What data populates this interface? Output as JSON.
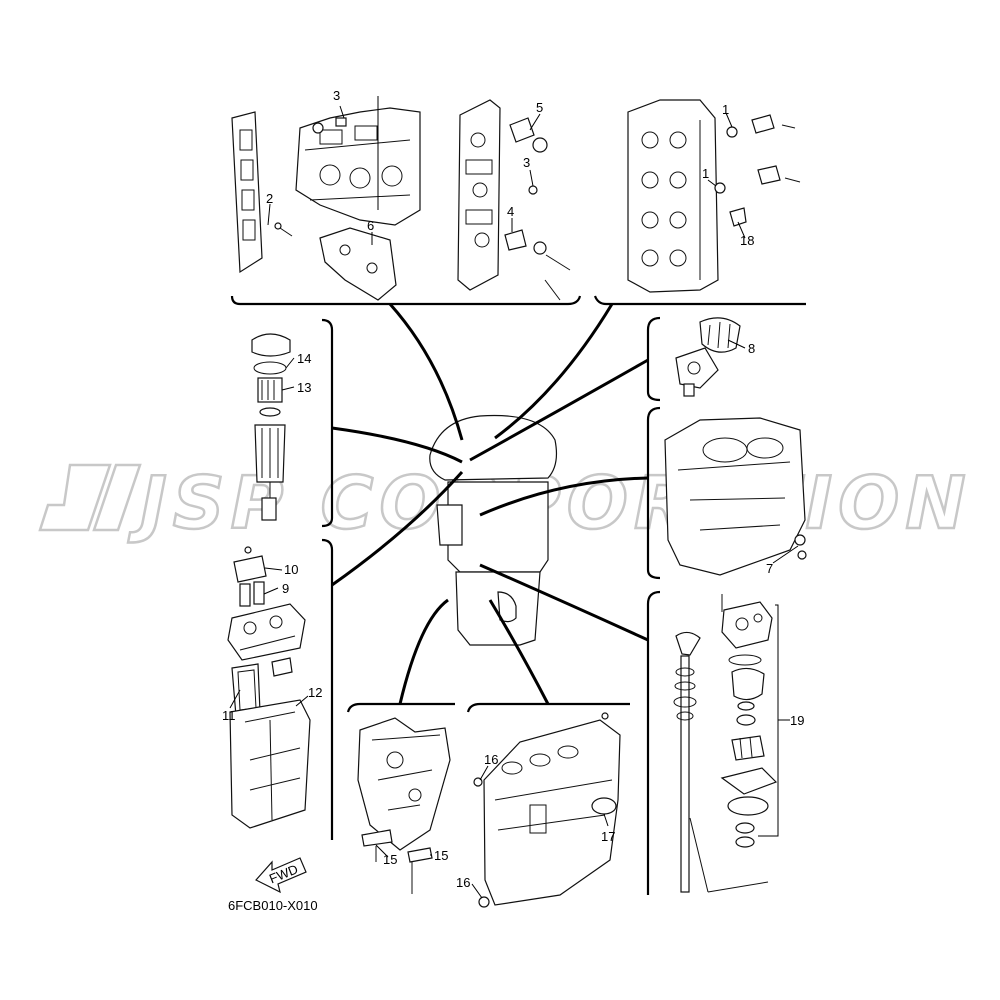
{
  "diagram": {
    "drawing_code": "6FCB010-X010",
    "watermark": "JSP CORPORATION",
    "fwd_label": "FWD",
    "callouts": [
      {
        "id": "c1a",
        "text": "1"
      },
      {
        "id": "c1b",
        "text": "1"
      },
      {
        "id": "c2",
        "text": "2"
      },
      {
        "id": "c3a",
        "text": "3"
      },
      {
        "id": "c3b",
        "text": "3"
      },
      {
        "id": "c4",
        "text": "4"
      },
      {
        "id": "c5",
        "text": "5"
      },
      {
        "id": "c6",
        "text": "6"
      },
      {
        "id": "c7",
        "text": "7"
      },
      {
        "id": "c8",
        "text": "8"
      },
      {
        "id": "c9",
        "text": "9"
      },
      {
        "id": "c10",
        "text": "10"
      },
      {
        "id": "c11",
        "text": "11"
      },
      {
        "id": "c12",
        "text": "12"
      },
      {
        "id": "c13",
        "text": "13"
      },
      {
        "id": "c14",
        "text": "14"
      },
      {
        "id": "c15a",
        "text": "15"
      },
      {
        "id": "c15b",
        "text": "15"
      },
      {
        "id": "c16a",
        "text": "16"
      },
      {
        "id": "c16b",
        "text": "16"
      },
      {
        "id": "c17",
        "text": "17"
      },
      {
        "id": "c18",
        "text": "18"
      },
      {
        "id": "c19",
        "text": "19"
      }
    ]
  }
}
